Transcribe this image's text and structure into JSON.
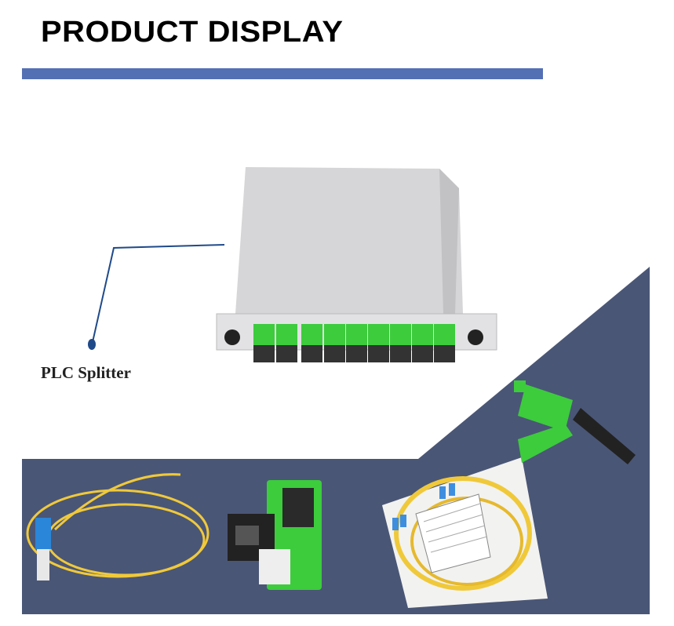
{
  "header": {
    "title": "PRODUCT DISPLAY"
  },
  "callout": {
    "label": "PLC Splitter"
  },
  "colors": {
    "accent_bar": "#5470b4",
    "panel_bg": "#4a5676",
    "callout_line": "#1f4a8a",
    "connector_green": "#3ccc3c",
    "fiber_yellow": "#f0c93a",
    "connector_blue": "#2a86d8"
  },
  "products": [
    {
      "name": "plc-splitter-cassette",
      "icon": "plc-splitter-image"
    },
    {
      "name": "sc-pigtail",
      "icon": "pigtail-image"
    },
    {
      "name": "sc-apc-adapter",
      "icon": "adapter-image"
    },
    {
      "name": "fiber-splitter-package",
      "icon": "splitter-package-image"
    },
    {
      "name": "fast-connector",
      "icon": "fast-connector-image"
    }
  ]
}
